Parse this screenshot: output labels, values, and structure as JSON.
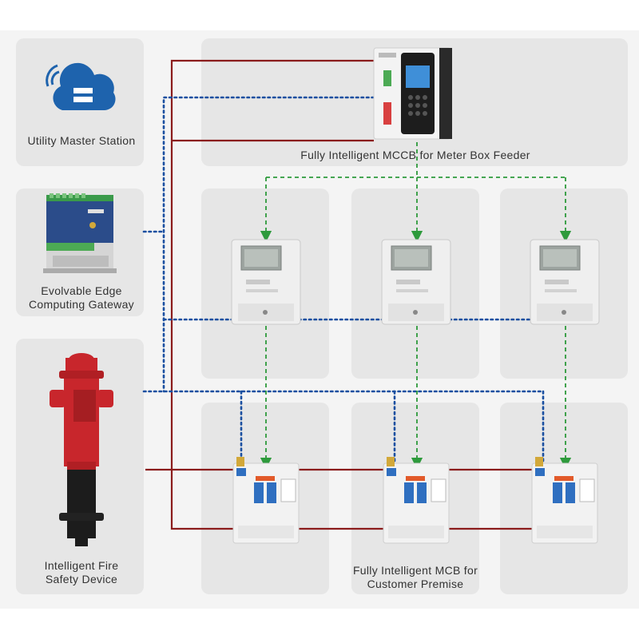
{
  "labels": {
    "master_station": "Utility Master Station",
    "gateway_line1": "Evolvable Edge",
    "gateway_line2": "Computing Gateway",
    "fire_line1": "Intelligent  Fire",
    "fire_line2": "Safety Device",
    "mccb": "Fully Intelligent MCCB for Meter Box Feeder",
    "mcb_line1": "Fully Intelligent MCB for",
    "mcb_line2": "Customer Premise"
  },
  "colors": {
    "power_line": "#8b1c1c",
    "comm_line": "#1a4fa0",
    "control_line": "#2e9a3c",
    "panel": "#e6e6e6",
    "cloud": "#1e63ad",
    "hydrant": "#c8262c"
  },
  "icons": [
    "cloud-server-icon",
    "gateway-device",
    "fire-hydrant-device",
    "mccb-breaker",
    "smart-meter",
    "mcb-breaker"
  ]
}
